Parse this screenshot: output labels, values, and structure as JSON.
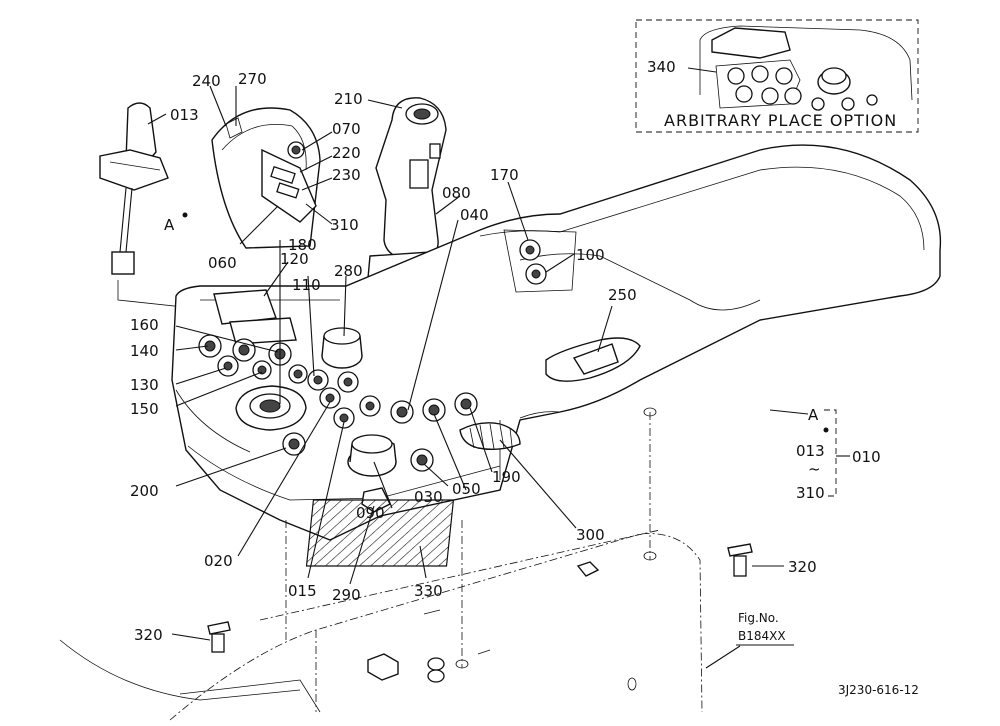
{
  "callouts": [
    {
      "id": "c240",
      "text": "240"
    },
    {
      "id": "c270",
      "text": "270"
    },
    {
      "id": "c013a",
      "text": "013"
    },
    {
      "id": "c210",
      "text": "210"
    },
    {
      "id": "c070",
      "text": "070"
    },
    {
      "id": "c220",
      "text": "220"
    },
    {
      "id": "c230",
      "text": "230"
    },
    {
      "id": "cA1",
      "text": "A"
    },
    {
      "id": "c310a",
      "text": "310"
    },
    {
      "id": "c060",
      "text": "060"
    },
    {
      "id": "c180",
      "text": "180"
    },
    {
      "id": "c080",
      "text": "080"
    },
    {
      "id": "c040",
      "text": "040"
    },
    {
      "id": "c170",
      "text": "170"
    },
    {
      "id": "c100",
      "text": "100"
    },
    {
      "id": "c120",
      "text": "120"
    },
    {
      "id": "c280",
      "text": "280"
    },
    {
      "id": "c110",
      "text": "110"
    },
    {
      "id": "c250",
      "text": "250"
    },
    {
      "id": "c160",
      "text": "160"
    },
    {
      "id": "c140",
      "text": "140"
    },
    {
      "id": "c130",
      "text": "130"
    },
    {
      "id": "c150",
      "text": "150"
    },
    {
      "id": "c200",
      "text": "200"
    },
    {
      "id": "c190",
      "text": "190"
    },
    {
      "id": "c030",
      "text": "030"
    },
    {
      "id": "c050",
      "text": "050"
    },
    {
      "id": "c090",
      "text": "090"
    },
    {
      "id": "c300",
      "text": "300"
    },
    {
      "id": "c020",
      "text": "020"
    },
    {
      "id": "c015",
      "text": "015"
    },
    {
      "id": "c290",
      "text": "290"
    },
    {
      "id": "c330",
      "text": "330"
    },
    {
      "id": "c320a",
      "text": "320"
    },
    {
      "id": "c320b",
      "text": "320"
    },
    {
      "id": "cA2",
      "text": "A"
    },
    {
      "id": "c013b",
      "text": "013"
    },
    {
      "id": "cTilde",
      "text": "~"
    },
    {
      "id": "c310b",
      "text": "310"
    },
    {
      "id": "c010",
      "text": "010"
    }
  ],
  "inset": {
    "callout": "340",
    "caption": "ARBITRARY PLACE  OPTION"
  },
  "fig_ref": {
    "line1": "Fig.No.",
    "line2": "B184XX"
  },
  "drawing_number": "3J230-616-12"
}
